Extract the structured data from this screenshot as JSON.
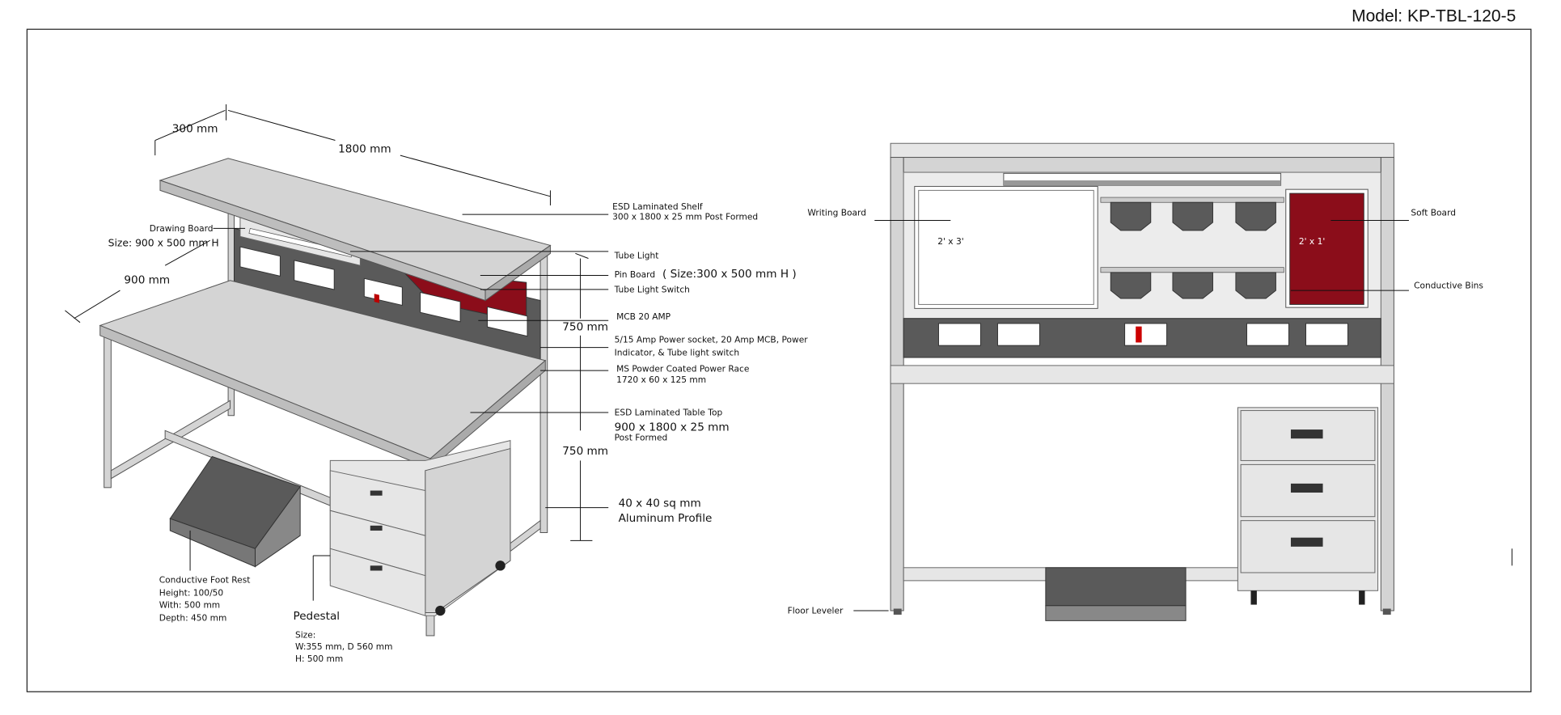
{
  "model": "Model: KP-TBL-120-5",
  "isometric": {
    "dim_shelf_depth": "300 mm",
    "dim_shelf_length": "1800 mm",
    "dim_table_depth": "900 mm",
    "dim_upper_height": "750 mm",
    "dim_lower_height": "750 mm",
    "drawing_board": {
      "title": "Drawing Board",
      "size": "Size: 900 x 500 mm H"
    },
    "labels": {
      "shelf_1": "ESD Laminated Shelf",
      "shelf_2": "300 x 1800  x 25 mm  Post Formed",
      "tube_light": "Tube Light",
      "pin_board_1": "Pin Board",
      "pin_board_2": "( Size:300 x 500 mm H )",
      "tube_switch": "Tube Light Switch",
      "mcb": "MCB  20 AMP",
      "socket_1": "5/15 Amp Power socket, 20 Amp MCB, Power",
      "socket_2": "Indicator, & Tube light switch",
      "race_1": "MS Powder Coated Power Race",
      "race_2": "1720 x 60 x 125 mm",
      "top_1": "ESD Laminated Table Top",
      "top_2": "900 x 1800 x 25 mm",
      "top_3": "Post Formed",
      "profile_1": "40 x 40 sq mm",
      "profile_2": "Aluminum Profile"
    },
    "foot_rest": [
      "Conductive Foot Rest",
      "Height: 100/50",
      "With: 500 mm",
      "Depth: 450 mm"
    ],
    "pedestal": {
      "title": "Pedestal",
      "lines": [
        "Size:",
        "W:355 mm, D 560 mm",
        "H: 500 mm"
      ]
    }
  },
  "front": {
    "writing_board": "Writing Board",
    "writing_board_size": "2' x 3'",
    "soft_board": "Soft Board",
    "soft_board_size": "2' x 1'",
    "conductive_bins": "Conductive Bins",
    "floor_leveler": "Floor Leveler"
  },
  "colors": {
    "pin_board": "#8b0d1a",
    "race": "#5a5a5a",
    "frame": "#d4d4d4"
  }
}
